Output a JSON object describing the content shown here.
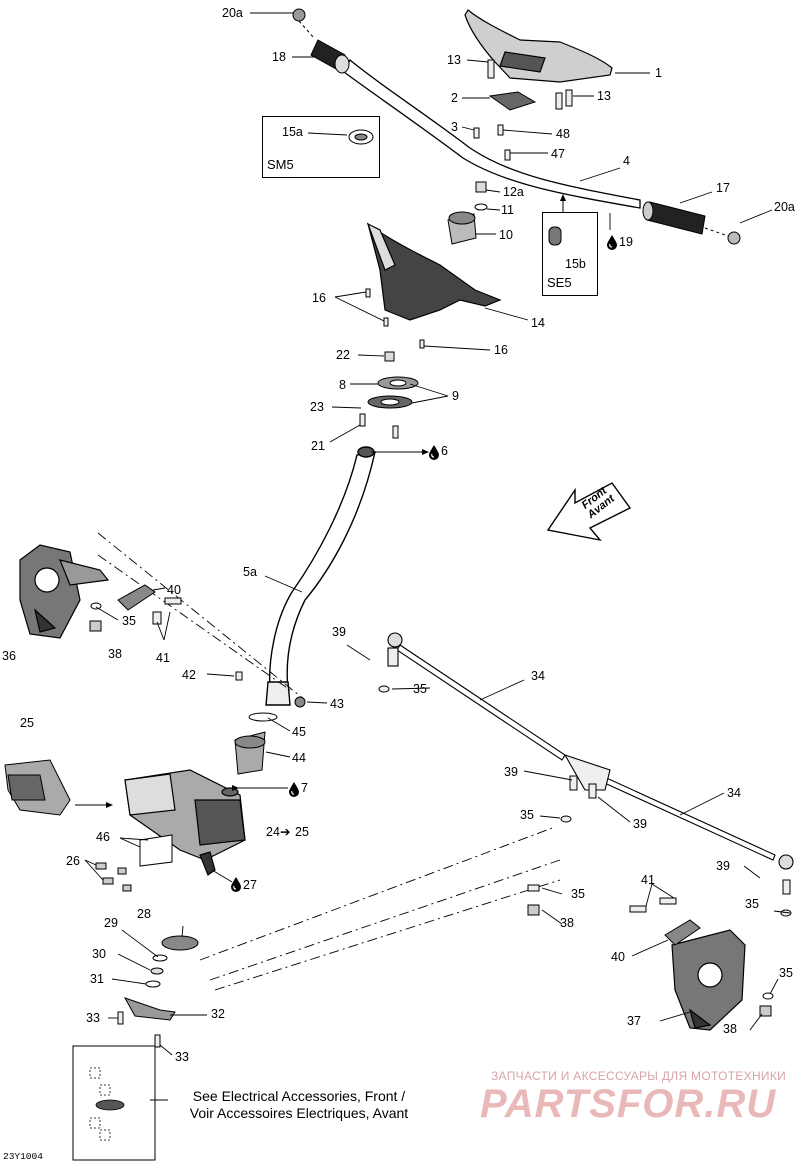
{
  "labels": {
    "p20a_top": "20a",
    "p18": "18",
    "p13_top": "13",
    "p1": "1",
    "p2": "2",
    "p13_right": "13",
    "p3": "3",
    "p48": "48",
    "p47": "47",
    "p15a": "15a",
    "p4": "4",
    "p12a": "12a",
    "p11": "11",
    "p17": "17",
    "p20a_right": "20a",
    "p10": "10",
    "p19": "19",
    "p15b": "15b",
    "p16_left": "16",
    "p14": "14",
    "p16_right": "16",
    "p22": "22",
    "p8": "8",
    "p9": "9",
    "p23": "23",
    "p21": "21",
    "p6": "6",
    "p5a": "5a",
    "p40_top": "40",
    "p35_a": "35",
    "p36": "36",
    "p38_a": "38",
    "p41_a": "41",
    "p39_a": "39",
    "p34_a": "34",
    "p42": "42",
    "p35_b": "35",
    "p43": "43",
    "p25": "25",
    "p45": "45",
    "p44": "44",
    "p7": "7",
    "p39_b": "39",
    "p34_b": "34",
    "p35_c": "35",
    "p39_c": "39",
    "p46": "46",
    "p24": "24",
    "p24_arrow": "➔",
    "p24_25": "25",
    "p26": "26",
    "p27": "27",
    "p39_d": "39",
    "p41_b": "41",
    "p35_d": "35",
    "p38_b": "38",
    "p35_e": "35",
    "p28": "28",
    "p29": "29",
    "p30": "30",
    "p40_b": "40",
    "p31": "31",
    "p35_f": "35",
    "p37": "37",
    "p32": "32",
    "p33_a": "33",
    "p38_c": "38",
    "p33_b": "33"
  },
  "boxes": {
    "sm5": "SM5",
    "se5": "SE5"
  },
  "front_arrow": {
    "line1": "Front",
    "line2": "Avant"
  },
  "note": {
    "line1": "See Electrical Accessories, Front /",
    "line2": "Voir Accessoires Electriques, Avant"
  },
  "watermark": {
    "line1": "ЗАПЧАСТИ И АКСЕССУАРЫ ДЛЯ МОТОТЕХНИКИ",
    "line2": "PARTSFOR.RU"
  },
  "figure_code": "23Y1004",
  "icons": {
    "drop": "oil-drop-icon",
    "arrow": "arrow-right-icon"
  },
  "colors": {
    "line": "#000000",
    "part_fill": "#d8d8d8",
    "part_dark": "#555555",
    "watermark": "#e9b8b8"
  }
}
